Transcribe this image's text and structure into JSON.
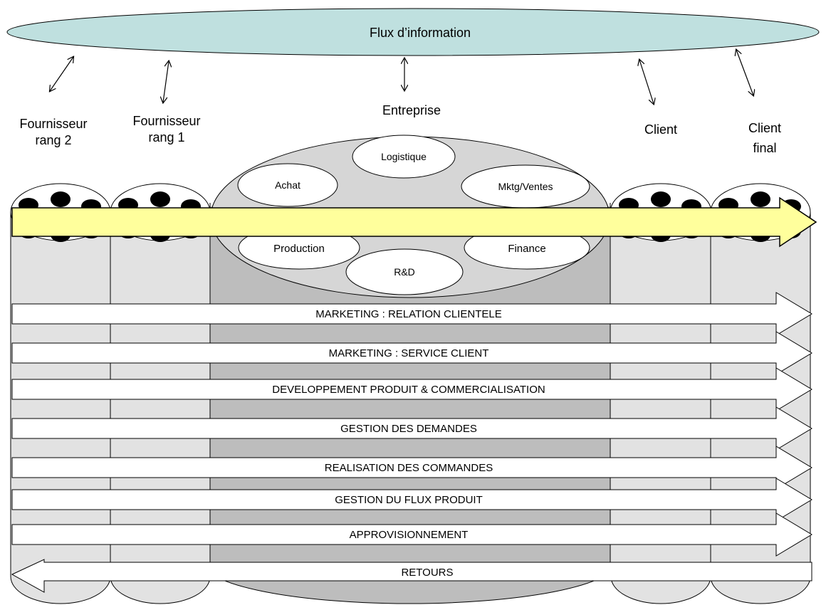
{
  "information_flow": {
    "label": "Flux d’information"
  },
  "actors": [
    {
      "id": "fournisseur-rang-2",
      "lines": [
        "Fournisseur",
        "rang 2"
      ]
    },
    {
      "id": "fournisseur-rang-1",
      "lines": [
        "Fournisseur",
        "rang 1"
      ]
    },
    {
      "id": "entreprise",
      "lines": [
        "Entreprise"
      ]
    },
    {
      "id": "client",
      "lines": [
        "Client"
      ]
    },
    {
      "id": "client-final",
      "lines": [
        "Client",
        "final"
      ]
    }
  ],
  "functions": [
    "Logistique",
    "Achat",
    "Mktg/Ventes",
    "Production",
    "Finance",
    "R&D"
  ],
  "processes": [
    "MARKETING : RELATION CLIENTELE",
    "MARKETING : SERVICE CLIENT",
    "DEVELOPPEMENT PRODUIT & COMMERCIALISATION",
    "GESTION DES DEMANDES",
    "REALISATION DES COMMANDES",
    "GESTION DU FLUX PRODUIT",
    "APPROVISIONNEMENT"
  ],
  "return_flow": {
    "label": "RETOURS"
  },
  "colors": {
    "information_ellipse": "#bfe0df",
    "pipe_light": "#e2e2e2",
    "pipe_dark": "#bdbdbd",
    "product_arrow": "#ffff9c"
  }
}
